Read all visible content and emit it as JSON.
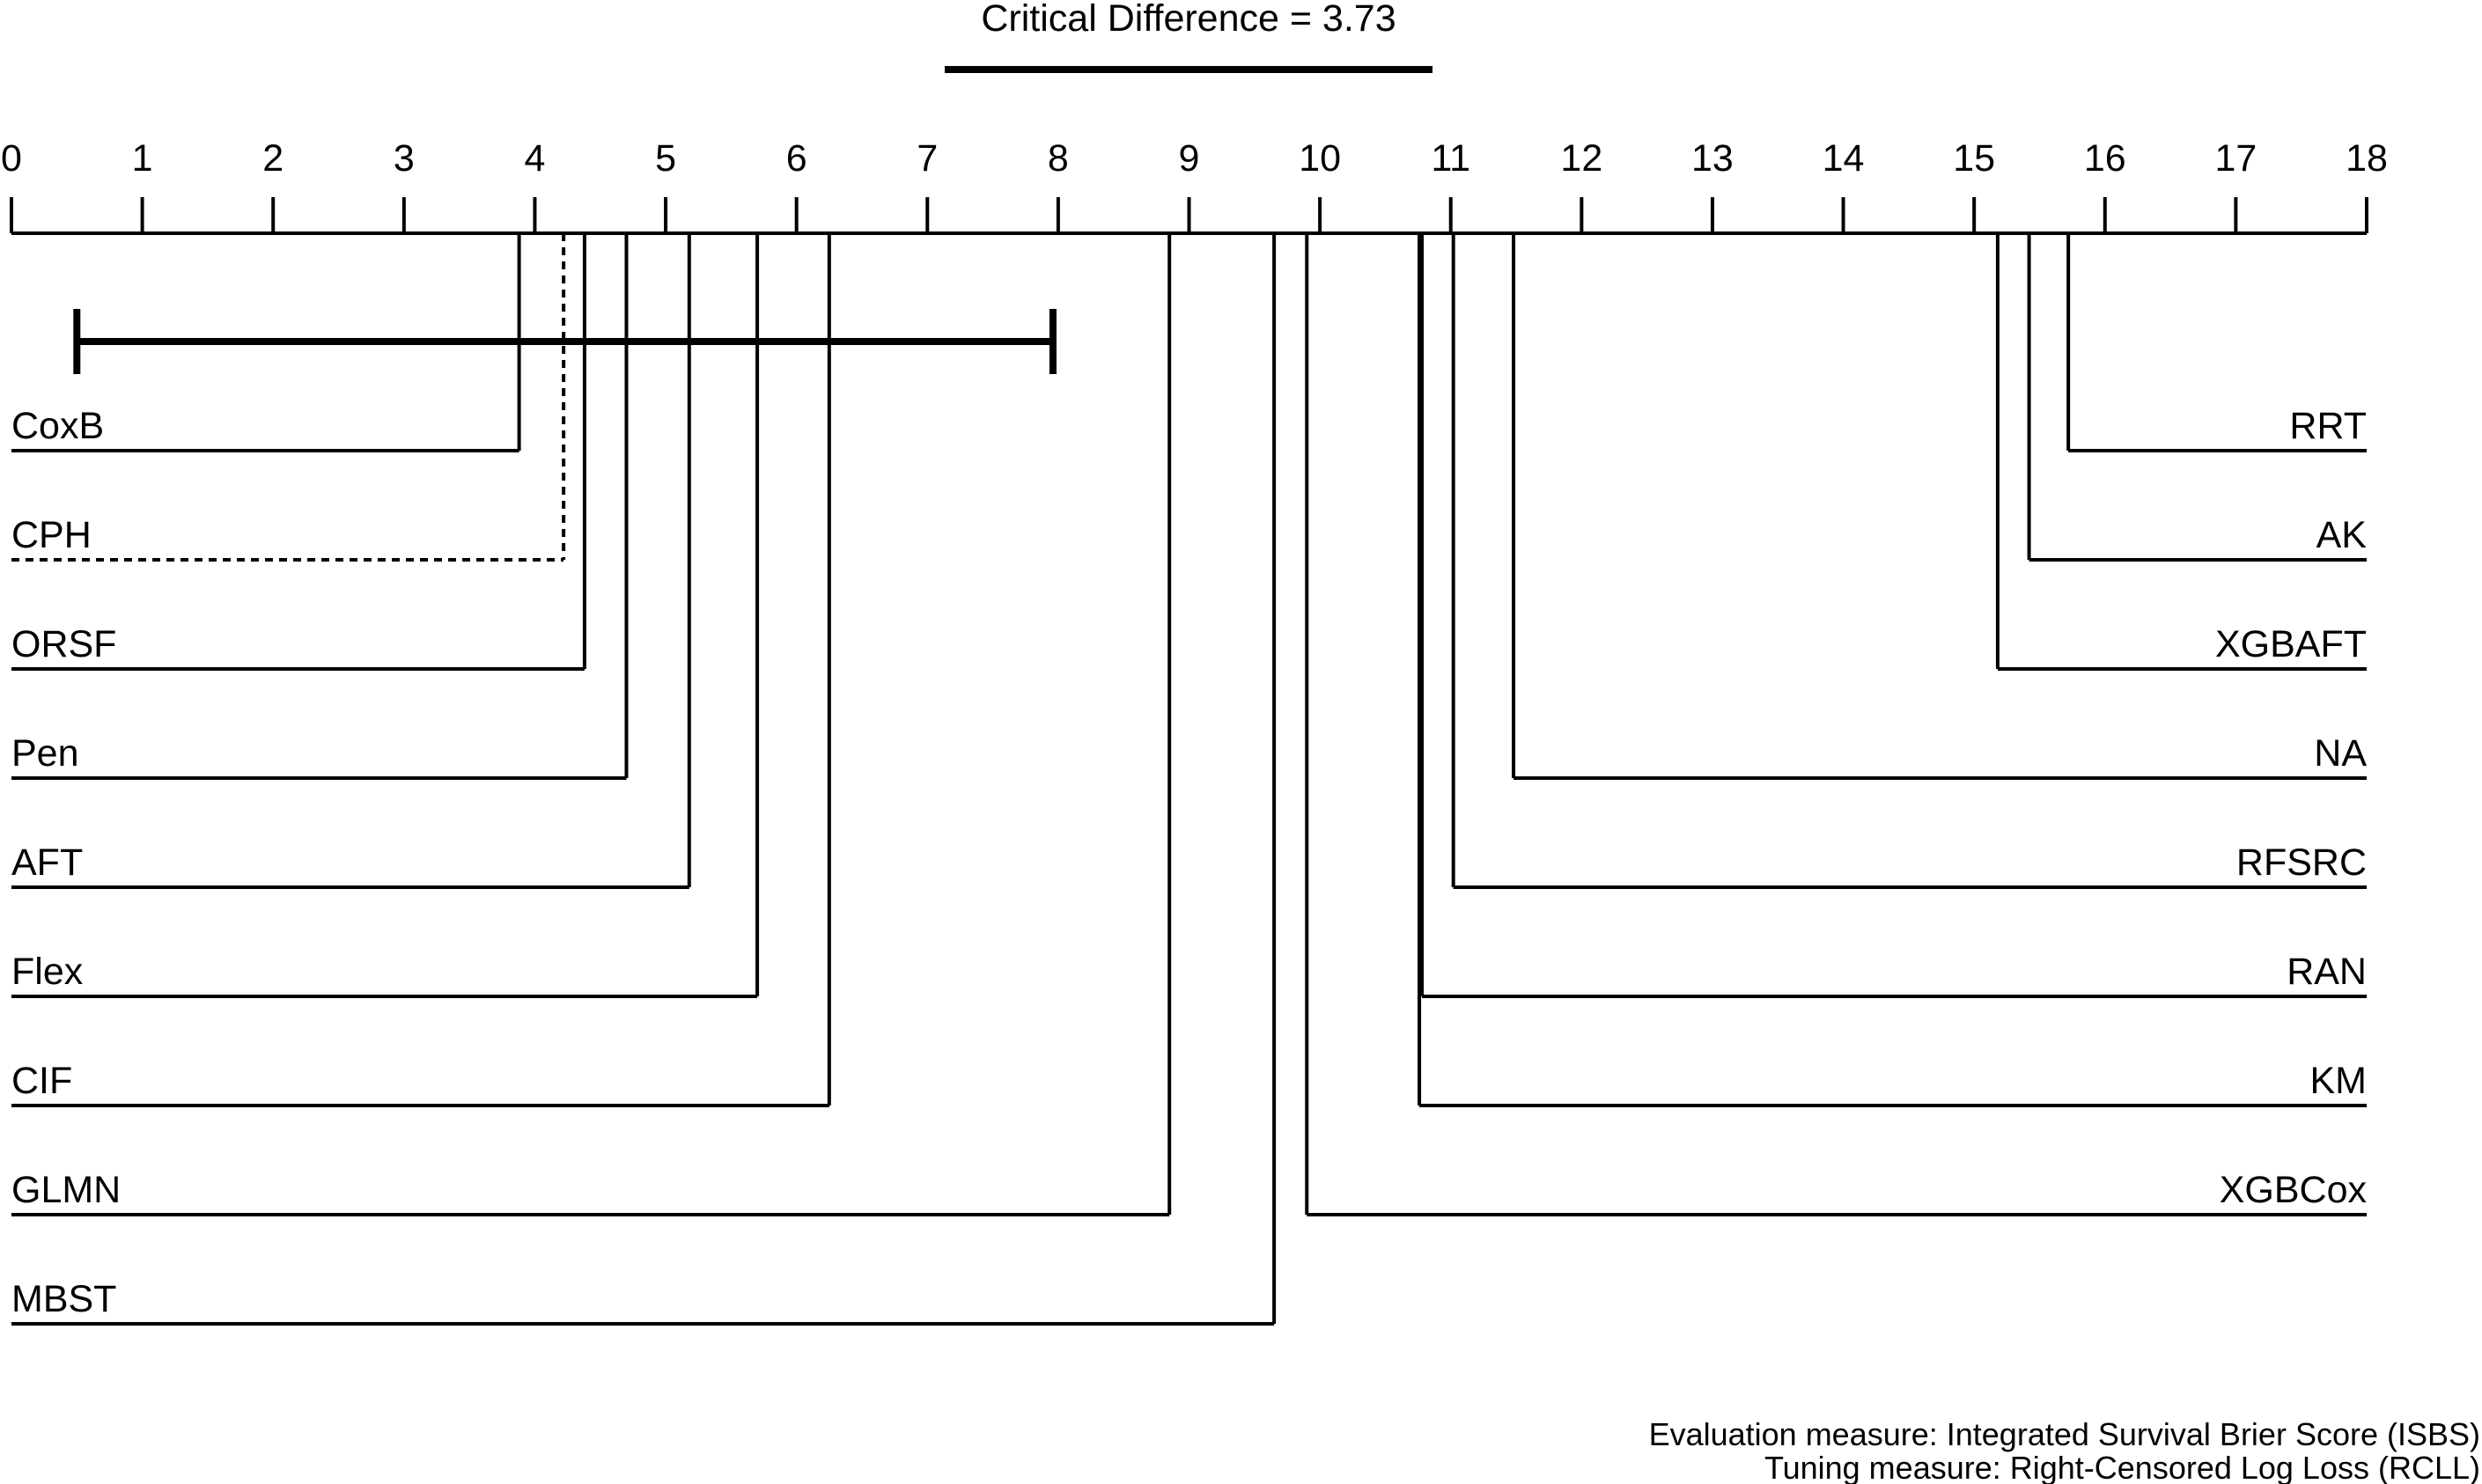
{
  "chart_data": {
    "type": "critical-difference",
    "critical_difference_label": "Critical Difference = 3.73",
    "critical_difference": 3.73,
    "axis": {
      "min": 0,
      "max": 18,
      "ticks": [
        0,
        1,
        2,
        3,
        4,
        5,
        6,
        7,
        8,
        9,
        10,
        11,
        12,
        13,
        14,
        15,
        16,
        17,
        18
      ]
    },
    "cd_bar": {
      "start": 0.5,
      "end": 7.96
    },
    "left_models": [
      {
        "name": "CoxB",
        "rank": 3.88,
        "style": "solid"
      },
      {
        "name": "CPH",
        "rank": 4.22,
        "style": "dashed"
      },
      {
        "name": "ORSF",
        "rank": 4.38,
        "style": "solid"
      },
      {
        "name": "Pen",
        "rank": 4.7,
        "style": "solid"
      },
      {
        "name": "AFT",
        "rank": 5.18,
        "style": "solid"
      },
      {
        "name": "Flex",
        "rank": 5.7,
        "style": "solid"
      },
      {
        "name": "CIF",
        "rank": 6.25,
        "style": "solid"
      },
      {
        "name": "GLMN",
        "rank": 8.85,
        "style": "solid"
      },
      {
        "name": "MBST",
        "rank": 9.65,
        "style": "solid"
      }
    ],
    "right_models": [
      {
        "name": "RRT",
        "rank": 15.72
      },
      {
        "name": "AK",
        "rank": 15.42
      },
      {
        "name": "XGBAFT",
        "rank": 15.18
      },
      {
        "name": "NA",
        "rank": 11.48
      },
      {
        "name": "RFSRC",
        "rank": 11.02
      },
      {
        "name": "RAN",
        "rank": 10.78
      },
      {
        "name": "KM",
        "rank": 10.76
      },
      {
        "name": "XGBCox",
        "rank": 9.9
      }
    ],
    "footer": [
      "Evaluation measure: Integrated Survival Brier Score (ISBS)",
      "Tuning measure: Right-Censored Log Loss (RCLL)"
    ]
  }
}
